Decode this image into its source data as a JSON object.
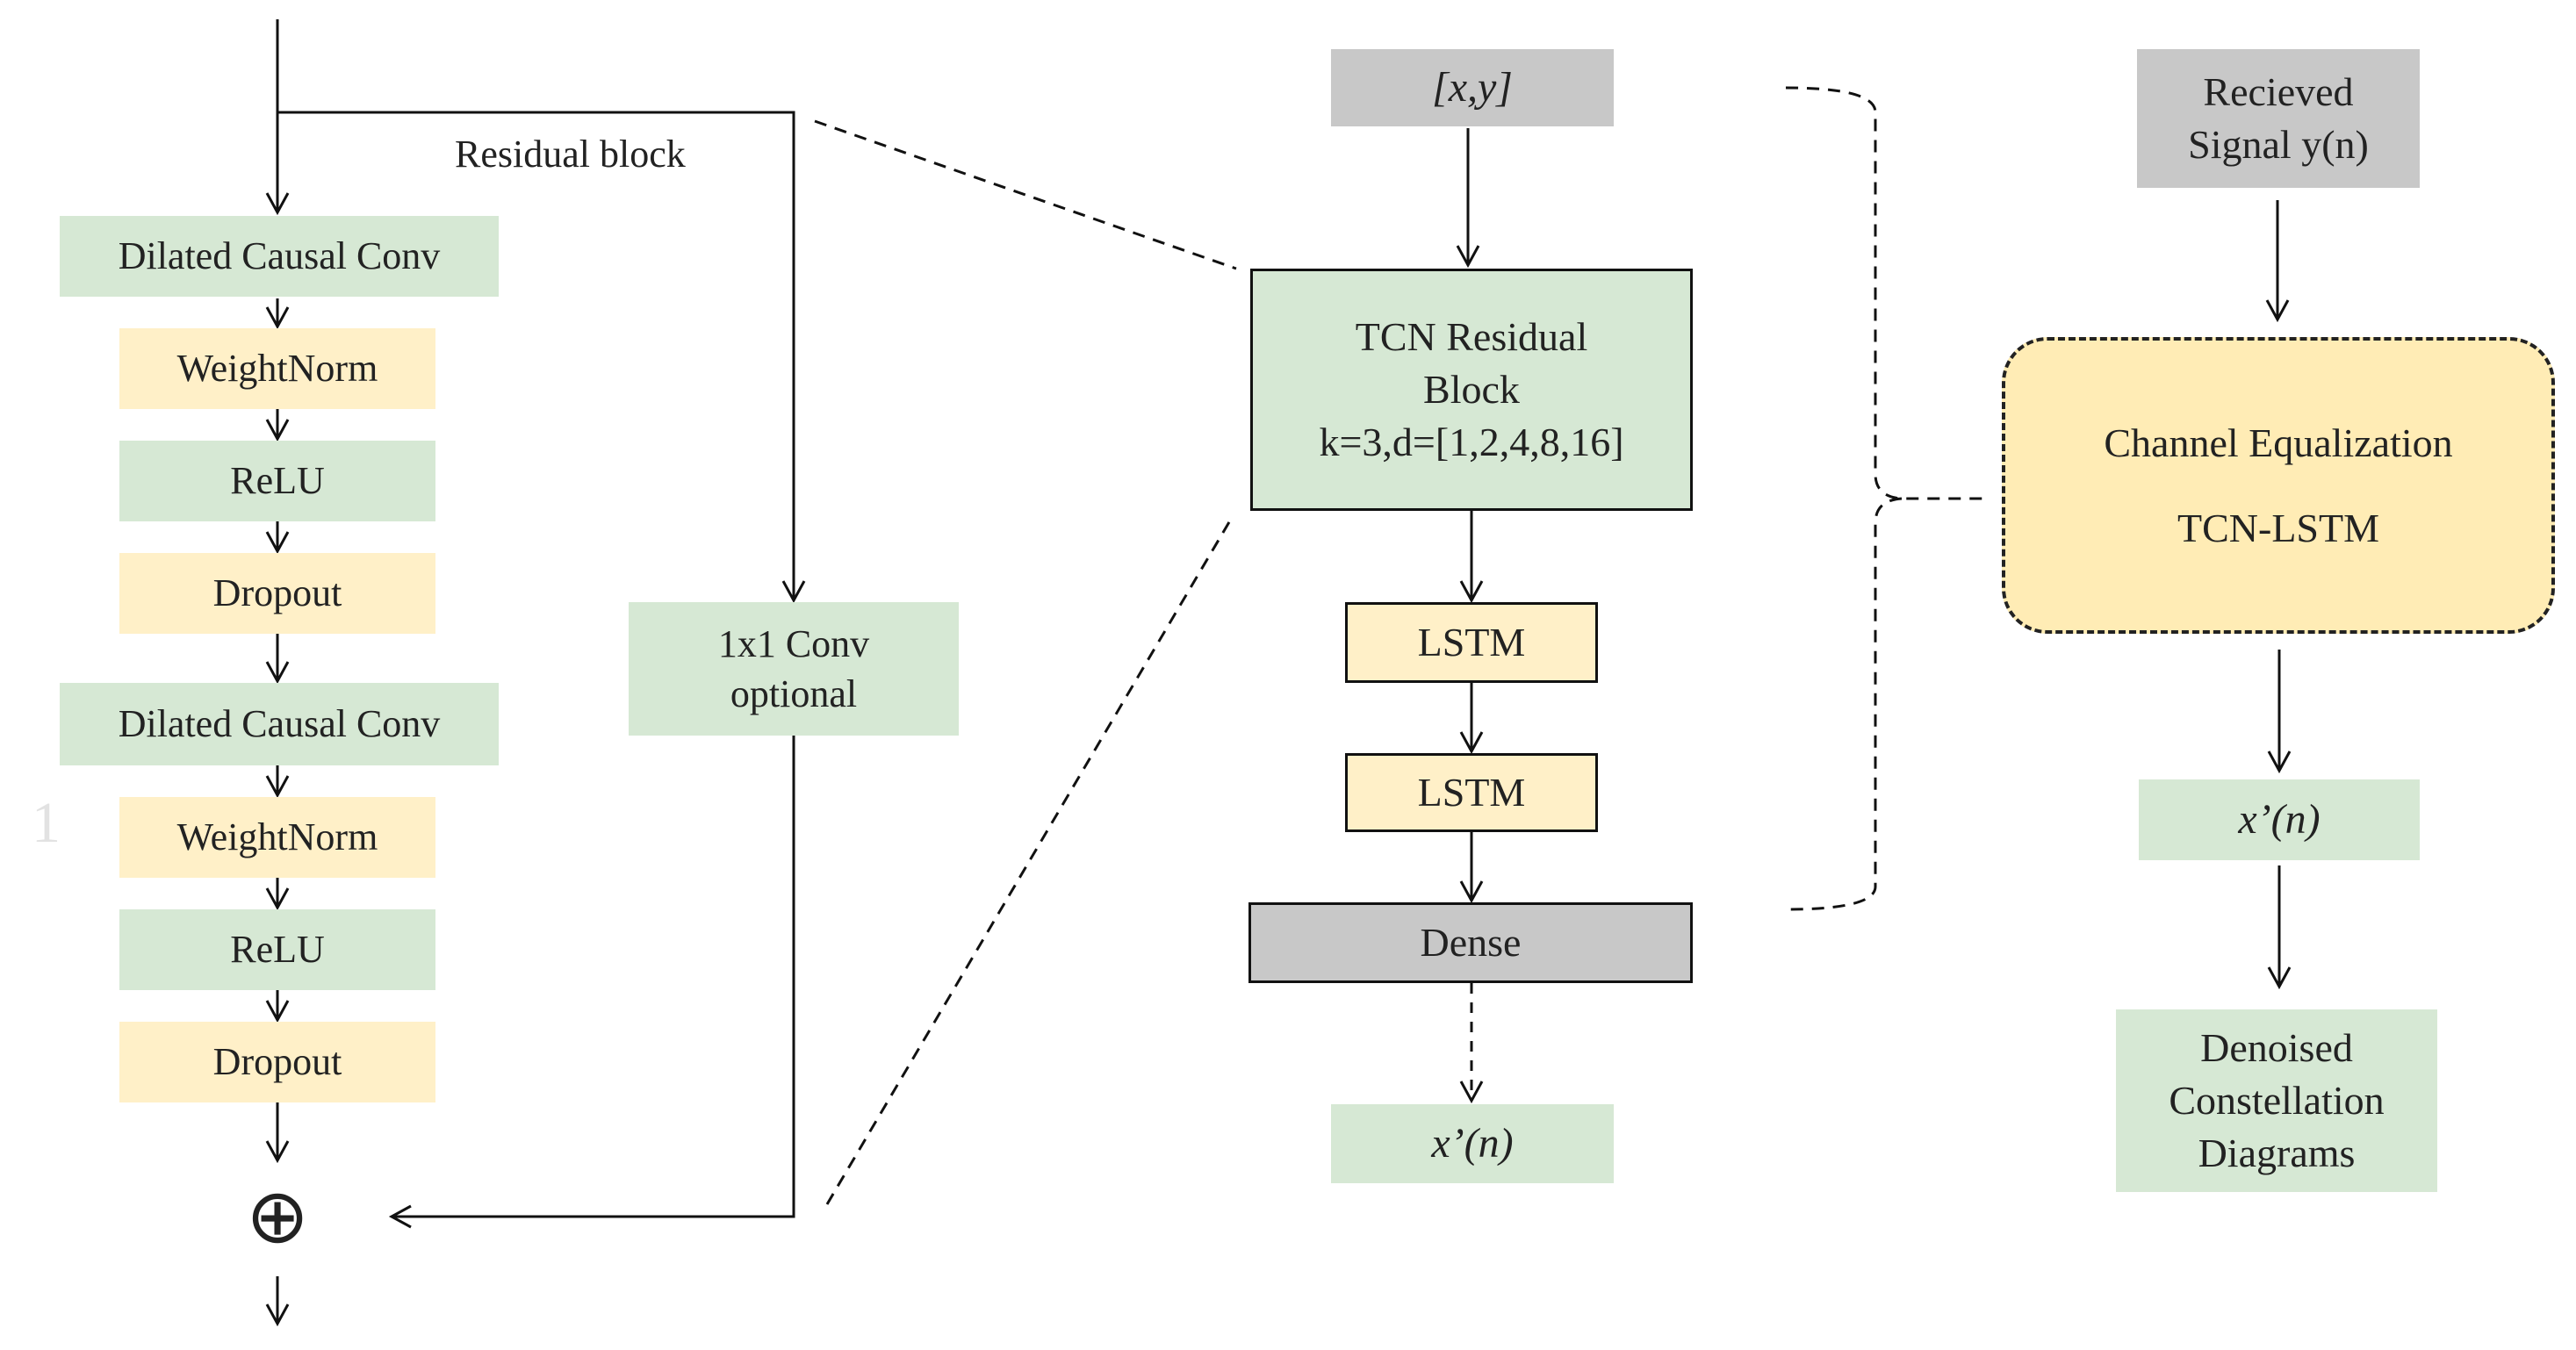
{
  "residual_block": {
    "title": "Residual  block",
    "layers": [
      "Dilated Causal Conv",
      "WeightNorm",
      "ReLU",
      "Dropout",
      "Dilated Causal Conv",
      "WeightNorm",
      "ReLU",
      "Dropout"
    ],
    "skip_conv": [
      "1x1 Conv",
      "optional"
    ],
    "sum_symbol": "⊕",
    "stray_mark": "1"
  },
  "tcn_lstm": {
    "input": "[x,y]",
    "tcn_block": [
      "TCN Residual",
      "Block",
      "k=3,d=[1,2,4,8,16]"
    ],
    "lstm1": "LSTM",
    "lstm2": "LSTM",
    "dense": "Dense",
    "output": "x’(n)"
  },
  "system": {
    "received_signal": [
      "Recieved",
      "Signal y(n)"
    ],
    "equalizer_title": "Channel Equalization",
    "equalizer_model": "TCN-LSTM",
    "equalized_output": "x’(n)",
    "final_output": [
      "Denoised",
      "Constellation",
      "Diagrams"
    ]
  },
  "colors": {
    "green_block": "#d6e8d4",
    "yellow_block": "#fff0c8",
    "gray_block": "#c8c8c8",
    "equalizer_fill": "#ffecb5",
    "line": "#111111"
  }
}
